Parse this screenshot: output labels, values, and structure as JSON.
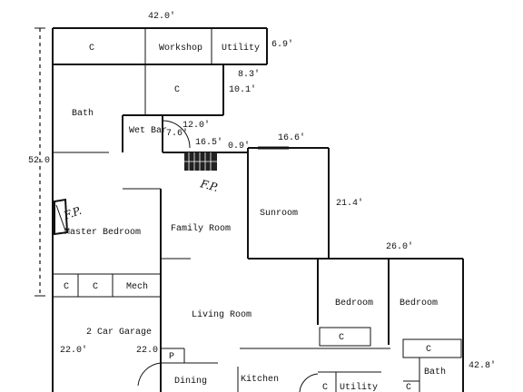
{
  "dimensions": {
    "top_width": "42.0'",
    "util_depth": "6.9'",
    "seg_8_3": "8.3'",
    "seg_10_1": "10.1'",
    "seg_12_0": "12.0'",
    "seg_7_6": "7.6'",
    "seg_16_5": "16.5'",
    "seg_0_9": "0.9'",
    "seg_16_6": "16.6'",
    "left_height": "52.0",
    "sunroom_depth": "21.4'",
    "bed_width": "26.0'",
    "garage_left": "22.0'",
    "garage_right": "22.0",
    "right_height": "42.8'"
  },
  "rooms": {
    "closet_top": "C",
    "workshop": "Workshop",
    "utility_top": "Utility",
    "closet_mid": "C",
    "bath_left": "Bath",
    "wet_bar": "Wet Bar",
    "sunroom": "Sunroom",
    "master_bedroom": "Master Bedroom",
    "family_room": "Family Room",
    "closet_a": "C",
    "closet_b": "C",
    "mech": "Mech",
    "bedroom_1": "Bedroom",
    "bedroom_2": "Bedroom",
    "living_room": "Living Room",
    "garage": "2 Car Garage",
    "closet_bed1": "C",
    "closet_bed2": "C",
    "pantry": "P",
    "bath_right": "Bath",
    "dining": "Dining",
    "kitchen": "Kitchen",
    "closet_low": "C",
    "utility_low": "Utility",
    "closet_low2": "C"
  },
  "annotations": {
    "fp_hand_1": "F.P.",
    "fp_hand_2": "F.P."
  }
}
